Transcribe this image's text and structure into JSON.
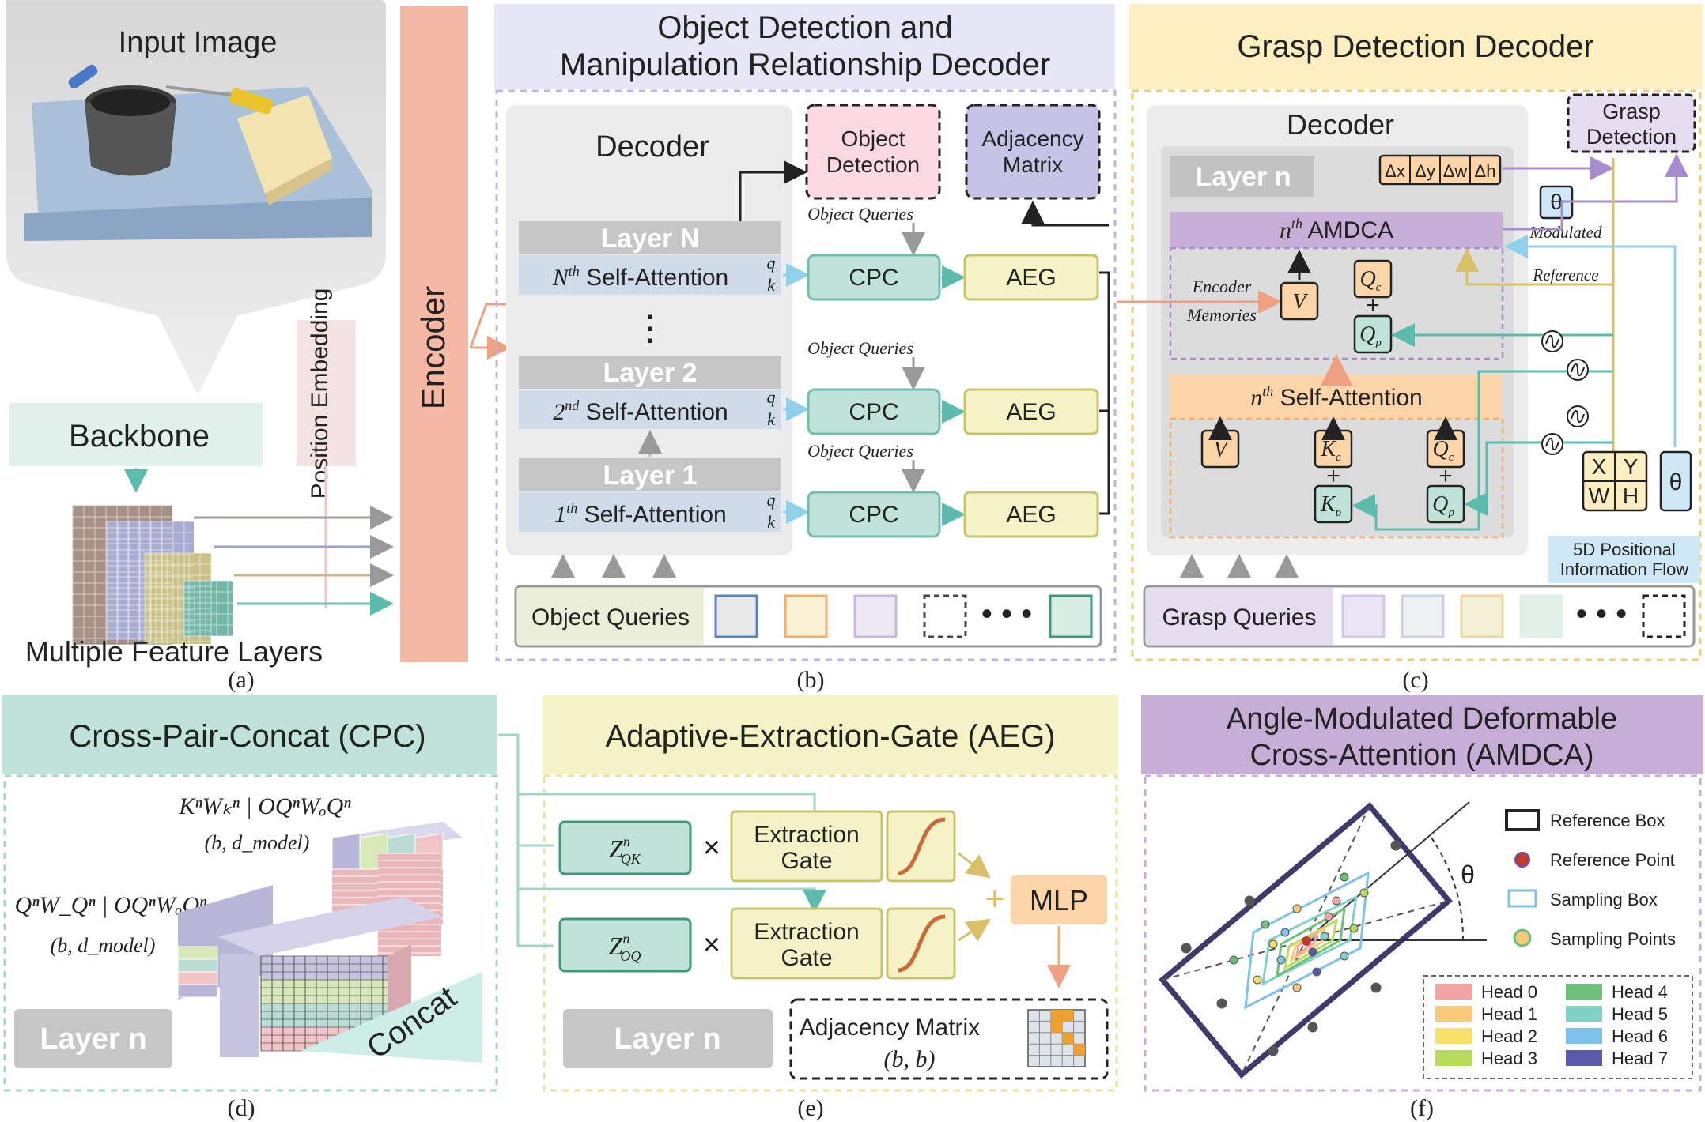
{
  "a": {
    "input_image": "Input Image",
    "backbone": "Backbone",
    "position_embedding": "Position Embedding",
    "multiple_feature_layers": "Multiple Feature Layers",
    "caption": "(a)"
  },
  "encoder": "Encoder",
  "b": {
    "title_line1": "Object Detection and",
    "title_line2": "Manipulation Relationship Decoder",
    "decoder": "Decoder",
    "object_detection_line1": "Object",
    "object_detection_line2": "Detection",
    "adjacency_line1": "Adjacency",
    "adjacency_line2": "Matrix",
    "layers": [
      {
        "label": "Layer N",
        "sa": "Self-Attention",
        "ord": "N",
        "sup": "th"
      },
      {
        "label": "Layer 2",
        "sa": "Self-Attention",
        "ord": "2",
        "sup": "nd"
      },
      {
        "label": "Layer 1",
        "sa": "Self-Attention",
        "ord": "1",
        "sup": "th"
      }
    ],
    "q": "q",
    "k": "k",
    "cpc": "CPC",
    "aeg": "AEG",
    "object_queries_label": "Object Queries",
    "object_queries_bar": "Object Queries",
    "caption": "(b)"
  },
  "c": {
    "title": "Grasp Detection Decoder",
    "decoder": "Decoder",
    "layer_n": "Layer n",
    "amdca_sup": "th",
    "amdca": "AMDCA",
    "self_attention_sup": "th",
    "self_attention": "Self-Attention",
    "n": "n",
    "encoder_memories_line1": "Encoder",
    "encoder_memories_line2": "Memories",
    "modulated": "Modulated",
    "reference": "Reference",
    "grasp_detection_line1": "Grasp",
    "grasp_detection_line2": "Detection",
    "deltas": [
      "Δx",
      "Δy",
      "Δw",
      "Δh"
    ],
    "theta": "θ",
    "V": "V",
    "Q": "Q",
    "K": "K",
    "sub_c": "c",
    "sub_p": "p",
    "plus": "+",
    "xywh": [
      "X",
      "Y",
      "W",
      "H"
    ],
    "positional_flow_line1": "5D Positional",
    "positional_flow_line2": "Information Flow",
    "grasp_queries": "Grasp Queries",
    "caption": "(c)"
  },
  "d": {
    "title": "Cross-Pair-Concat (CPC)",
    "formula_top": "KⁿWₖⁿ | OQⁿWₒQⁿ",
    "shape_top": "(b, d_model)",
    "formula_left": "QⁿW_Qⁿ | OQⁿWₒQⁿ",
    "shape_left": "(b, d_model)",
    "layer_n": "Layer n",
    "concat": "Concat",
    "caption": "(d)"
  },
  "e": {
    "title": "Adaptive-Extraction-Gate (AEG)",
    "z_qk": "Z",
    "z_qk_sub": "QK",
    "z_oq": "Z",
    "z_oq_sub": "OQ",
    "z_sup": "n",
    "times": "×",
    "extraction_line1": "Extraction",
    "extraction_line2": "Gate",
    "plus": "+",
    "mlp": "MLP",
    "layer_n": "Layer n",
    "adjacency_matrix": "Adjacency Matrix",
    "adjacency_shape": "(b, b)",
    "caption": "(e)"
  },
  "f": {
    "title_line1": "Angle-Modulated Deformable",
    "title_line2": "Cross-Attention (AMDCA)",
    "theta": "θ",
    "legend": [
      "Reference Box",
      "Reference Point",
      "Sampling Box",
      "Sampling Points"
    ],
    "heads": [
      {
        "label": "Head 0",
        "color": "#f4a3a3"
      },
      {
        "label": "Head 1",
        "color": "#f9c97a"
      },
      {
        "label": "Head 2",
        "color": "#f7e16b"
      },
      {
        "label": "Head 3",
        "color": "#b8dc5a"
      },
      {
        "label": "Head 4",
        "color": "#6cc07a"
      },
      {
        "label": "Head 5",
        "color": "#7fd1c4"
      },
      {
        "label": "Head 6",
        "color": "#7ec1ea"
      },
      {
        "label": "Head 7",
        "color": "#5a5aa8"
      }
    ],
    "caption": "(f)"
  },
  "colors": {
    "encoder": "#f4b8a4",
    "obj_title_bg": "#e3e3f4",
    "grasp_title_bg": "#fbeec1",
    "cpc_fill": "#bfe3d8",
    "aeg_fill": "#f5f3c6",
    "amdca_fill": "#c6aed6",
    "self_attn_fill": "#fbd5a8",
    "obj_det_fill": "#fbd9e3",
    "adj_fill": "#c7c3e6",
    "grasp_det_fill": "#e6dcef"
  }
}
